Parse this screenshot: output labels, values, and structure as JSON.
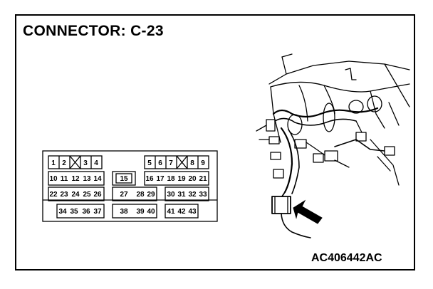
{
  "title": "CONNECTOR: C-23",
  "figure_code": "AC406442AC",
  "connector": {
    "row1": [
      "1",
      "2",
      "",
      "3",
      "4",
      "",
      "",
      "",
      "",
      "5",
      "6",
      "7",
      "",
      "8",
      "9"
    ],
    "pins": [
      "1",
      "2",
      "3",
      "4",
      "5",
      "6",
      "7",
      "8",
      "9",
      "10",
      "11",
      "12",
      "13",
      "14",
      "15",
      "16",
      "17",
      "18",
      "19",
      "20",
      "21",
      "22",
      "23",
      "24",
      "25",
      "26",
      "27",
      "28",
      "29",
      "30",
      "31",
      "32",
      "33",
      "34",
      "35",
      "36",
      "37",
      "38",
      "39",
      "40",
      "41",
      "42",
      "43"
    ]
  }
}
